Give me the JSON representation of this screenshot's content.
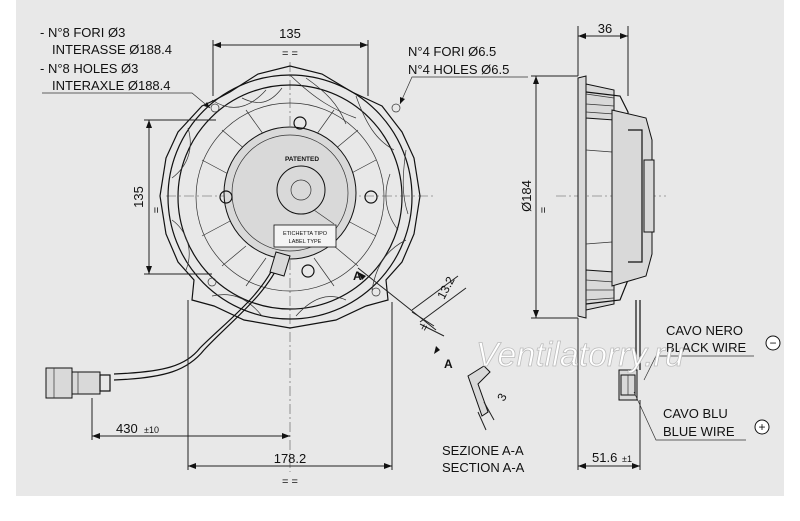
{
  "notes": {
    "holes_small_it_1": "- N°8 FORI Ø3",
    "holes_small_it_2": "INTERASSE Ø188.4",
    "holes_small_en_1": "- N°8 HOLES Ø3",
    "holes_small_en_2": "INTERAXLE Ø188.4",
    "holes_big_it": "N°4 FORI Ø6.5",
    "holes_big_en": "N°4 HOLES Ø6.5"
  },
  "dimensions": {
    "top_width": "135",
    "top_width_sym": "= =",
    "left_height": "135",
    "left_height_sym": "=",
    "side_depth": "36",
    "side_diameter": "Ø184",
    "side_diameter_sym": "=",
    "section_13": "13.2",
    "section_13_sym": "=",
    "section_3": "3",
    "cable_length": "430",
    "cable_tol": "±10",
    "bottom_width": "178.2",
    "bottom_width_sym": "= =",
    "side_bottom": "51.6",
    "side_bottom_tol": "±1"
  },
  "labels": {
    "patented": "PATENTED",
    "etichetta_1": "ETICHETTA TIPO",
    "etichetta_2": "LABEL TYPE",
    "section_marker_a1": "A",
    "section_marker_a2": "A",
    "section_title_it": "SEZIONE A-A",
    "section_title_en": "SECTION A-A",
    "wire_black_it": "CAVO NERO",
    "wire_black_en": "BLACK WIRE",
    "wire_black_sign": "−",
    "wire_blue_it": "CAVO BLU",
    "wire_blue_en": "BLUE WIRE",
    "wire_blue_sign": "+",
    "watermark": "Ventilatorry.ru"
  }
}
